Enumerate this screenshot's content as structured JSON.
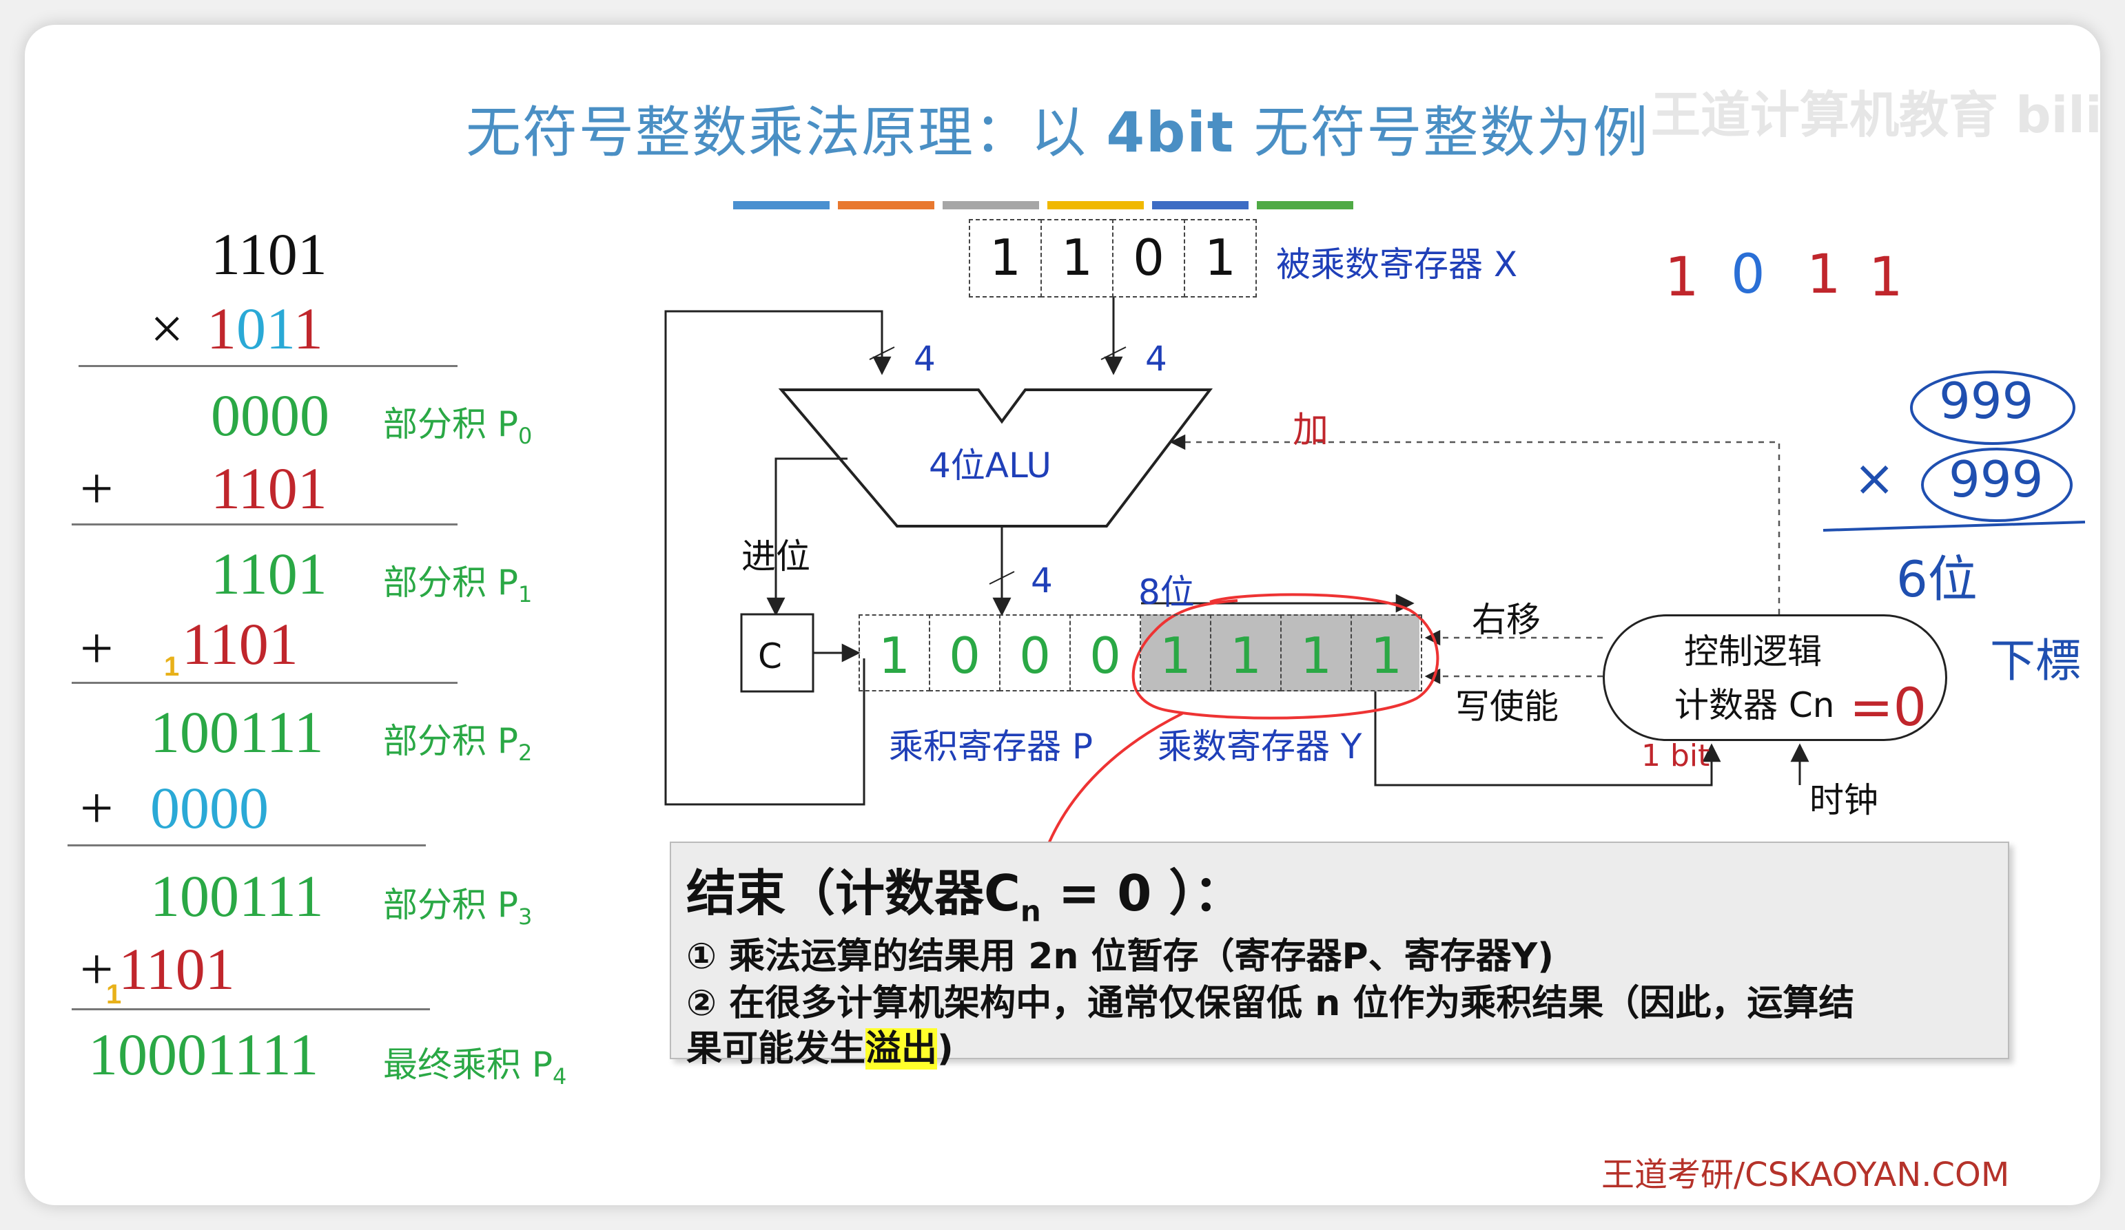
{
  "title": {
    "part1": "无符号整数乘法原理：以 ",
    "bold": "4bit",
    "part2": " 无符号整数为例"
  },
  "watermark": "王道计算机教育 bilibili",
  "color_bar": [
    "#4a90d0",
    "#e8782f",
    "#a6a6a6",
    "#f0b800",
    "#3d6cc4",
    "#4faa45"
  ],
  "calc": {
    "multiplicand": "1101",
    "times": "×",
    "multiplier": {
      "d1": "1",
      "d0": "0",
      "d2": "1",
      "d3": "1"
    },
    "plus": "+",
    "rows": [
      {
        "value": "0000",
        "label": "部分积 P",
        "sub": "0"
      },
      {
        "value": "1101"
      },
      {
        "value": "1101",
        "label": "部分积 P",
        "sub": "1"
      },
      {
        "value": "1101",
        "carry": "1"
      },
      {
        "value": "100111",
        "label": "部分积 P",
        "sub": "2"
      },
      {
        "value": "0000"
      },
      {
        "value": "100111",
        "label": "部分积 P",
        "sub": "3"
      },
      {
        "value": "1101",
        "carry": "1"
      },
      {
        "value": "10001111",
        "label": "最终乘积 P",
        "sub": "4"
      }
    ]
  },
  "diagram": {
    "x_register_label": "被乘数寄存器 X",
    "x_cells": [
      "1",
      "1",
      "0",
      "1"
    ],
    "width_label_a": "4",
    "width_label_b": "4",
    "width_label_c": "4",
    "alu_label": "4位ALU",
    "add_label": "加",
    "carry_label": "进位",
    "c_label": "C",
    "eight_bit_label": "8位",
    "p_cells": [
      "1",
      "0",
      "0",
      "0"
    ],
    "y_cells": [
      "1",
      "1",
      "1",
      "1"
    ],
    "p_register_label": "乘积寄存器 P",
    "y_register_label": "乘数寄存器 Y",
    "shift_right_label": "右移",
    "write_enable_label": "写使能",
    "control_line1": "控制逻辑",
    "control_line2": "计数器 Cn",
    "one_bit_label": "1 bit",
    "clock_label": "时钟"
  },
  "annotations": {
    "multiplier_digits": [
      "1",
      "0",
      "1",
      "1"
    ],
    "eq_zero": "=0",
    "n1": "999",
    "times": "×",
    "n2": "999",
    "digits": "6位",
    "next": "下標"
  },
  "result_box": {
    "title_pre": "结束（计数器C",
    "title_sub": "n",
    "title_post": " = 0 ）：",
    "line1": "① 乘法运算的结果用 2n 位暂存（寄存器P、寄存器Y)",
    "line2": "② 在很多计算机架构中，通常仅保留低 n 位作为乘积结果（因此，运算结",
    "line3_pre": "果可能发生",
    "line3_hl": "溢出",
    "line3_post": ")"
  },
  "footer": "王道考研/CSKAOYAN.COM"
}
